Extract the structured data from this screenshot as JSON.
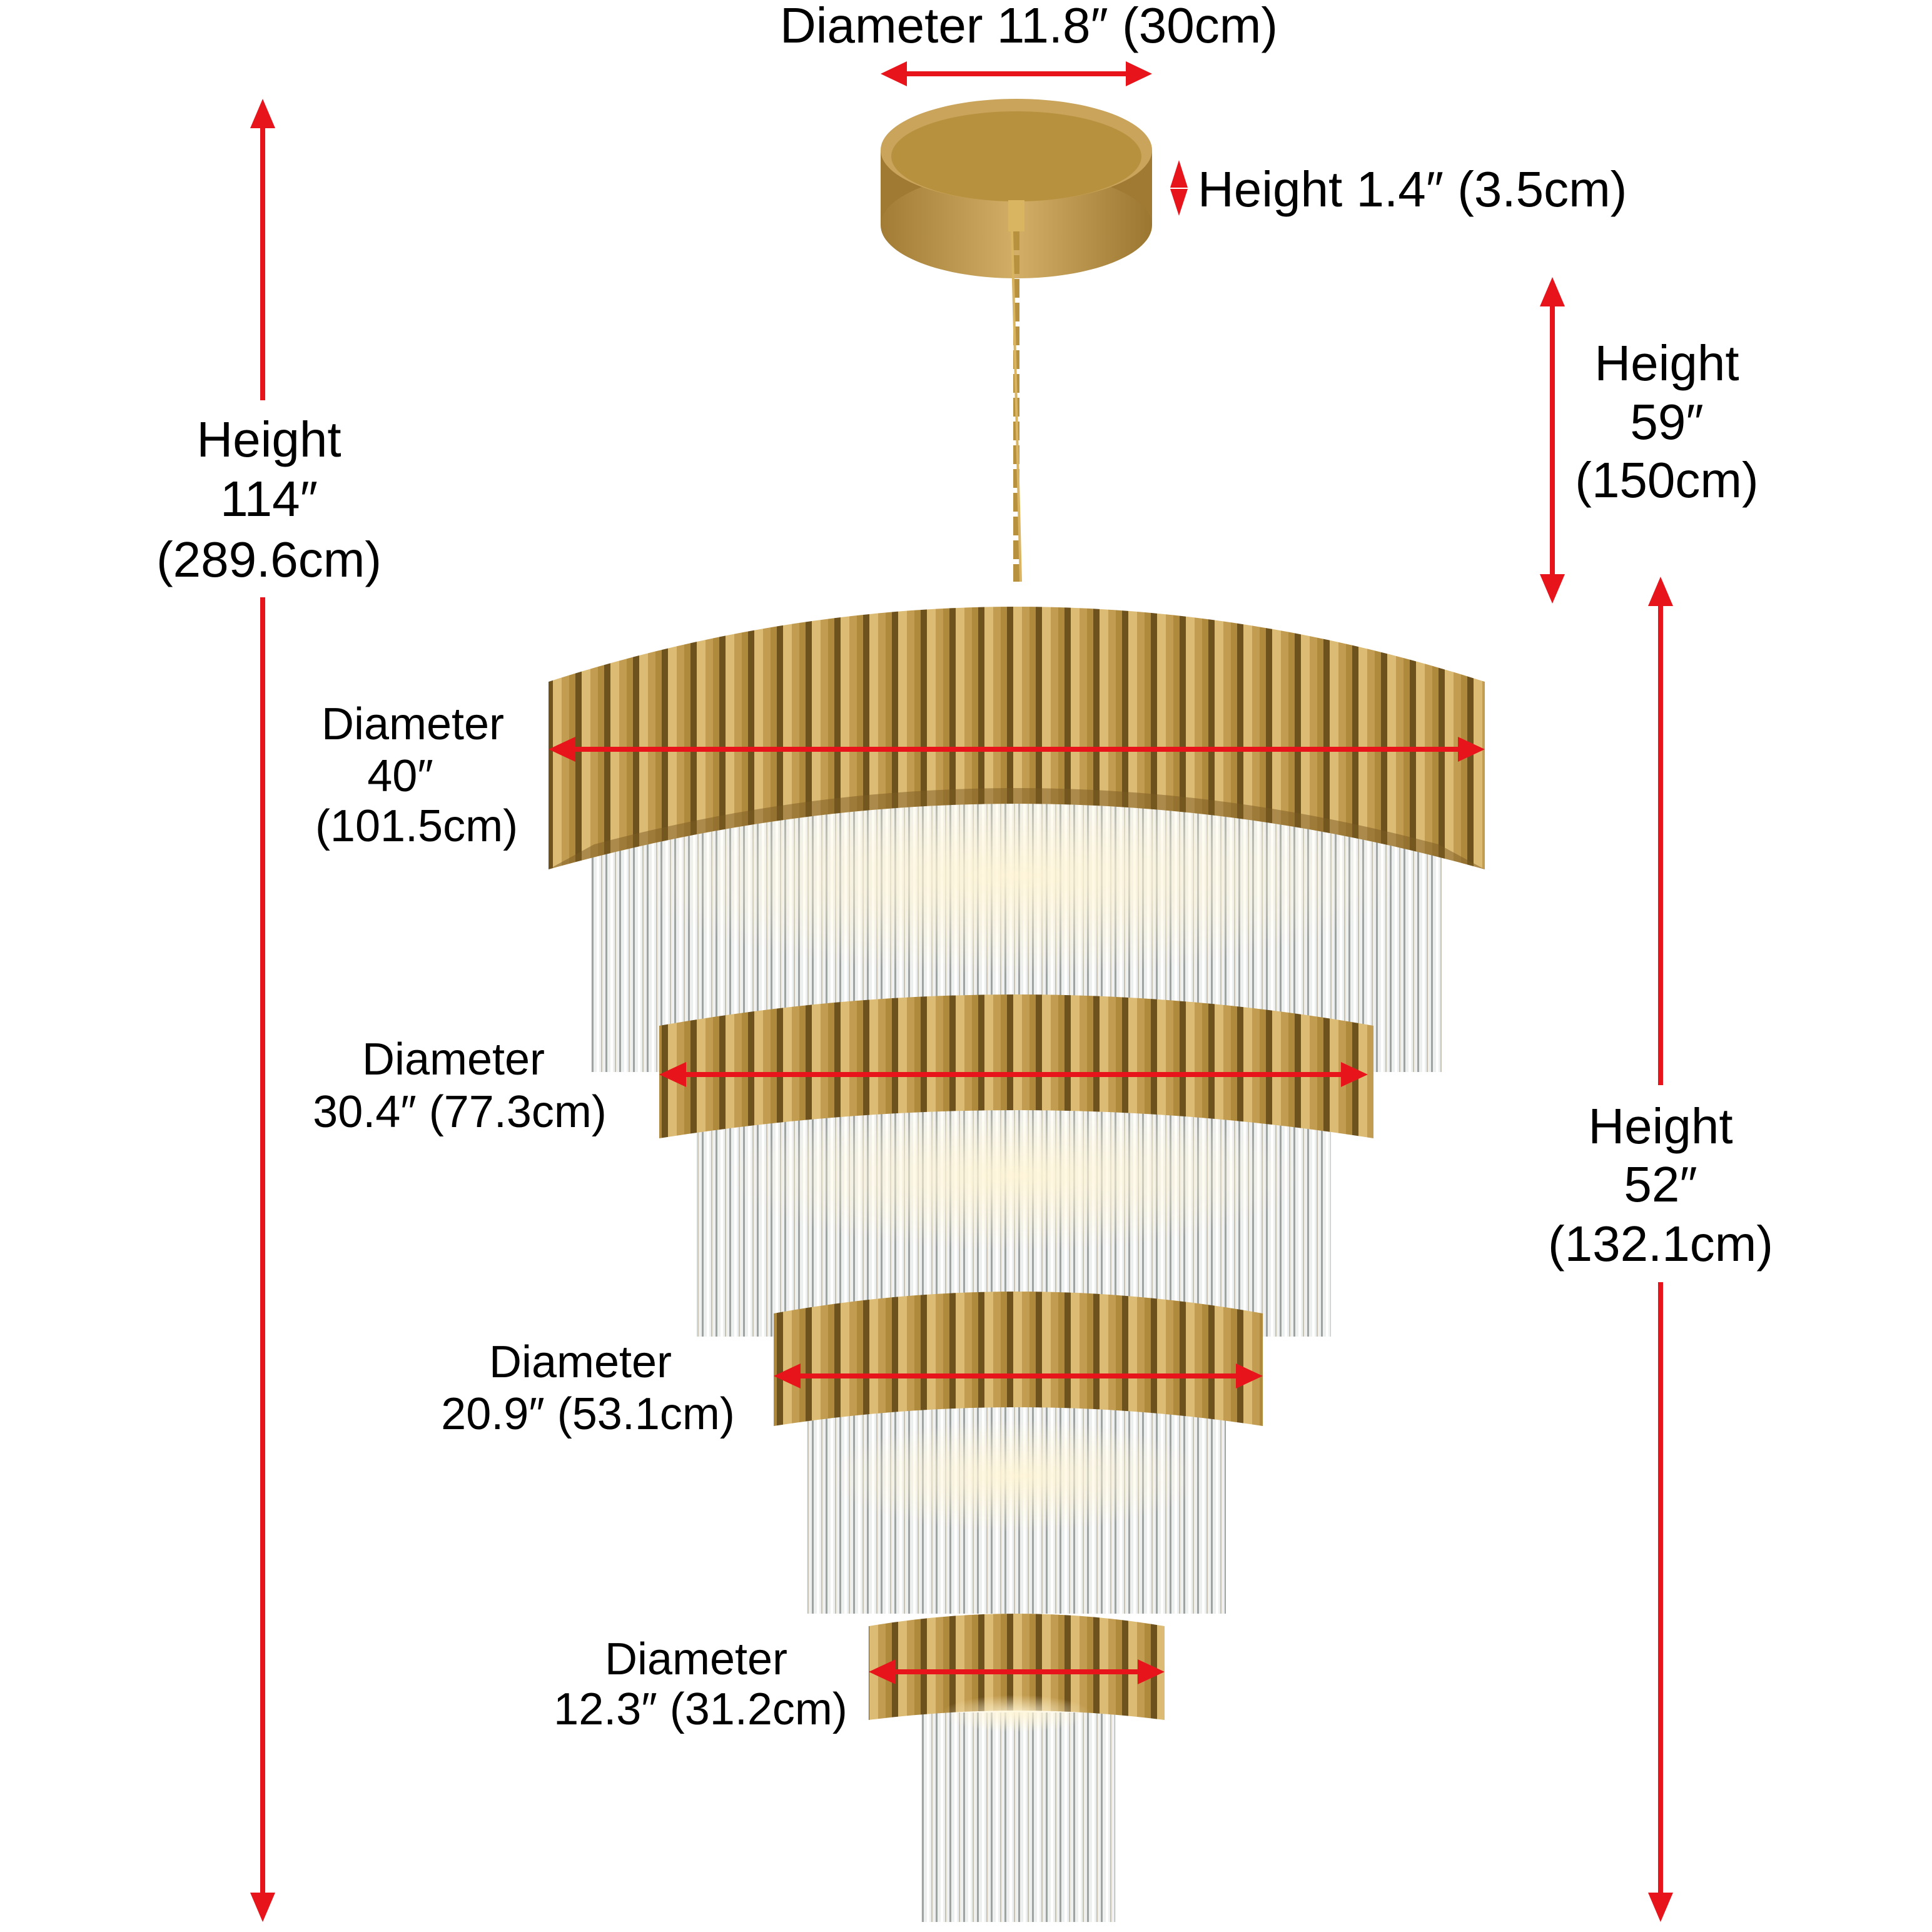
{
  "colors": {
    "arrow": "#e8141b",
    "brass": "#b8913f",
    "crystal": "#e4e6e6",
    "background": "#ffffff"
  },
  "dimensions": {
    "canopy_diameter": {
      "label": "Diameter 11.8″  (30cm)"
    },
    "canopy_height": {
      "label": "Height  1.4″  (3.5cm)"
    },
    "total_height": {
      "line1": "Height",
      "line2": "114″",
      "line3": "(289.6cm)"
    },
    "chain_height": {
      "line1": "Height",
      "line2": "59″",
      "line3": "(150cm)"
    },
    "body_height": {
      "line1": "Height",
      "line2": "52″",
      "line3": "(132.1cm)"
    },
    "tier1": {
      "line1": "Diameter",
      "line2": "40″",
      "line3": "(101.5cm)"
    },
    "tier2": {
      "line1": "Diameter",
      "line2": "30.4″  (77.3cm)"
    },
    "tier3": {
      "line1": "Diameter",
      "line2": "20.9″  (53.1cm)"
    },
    "tier4": {
      "line1": "Diameter",
      "line2": "12.3″  (31.2cm)"
    }
  }
}
